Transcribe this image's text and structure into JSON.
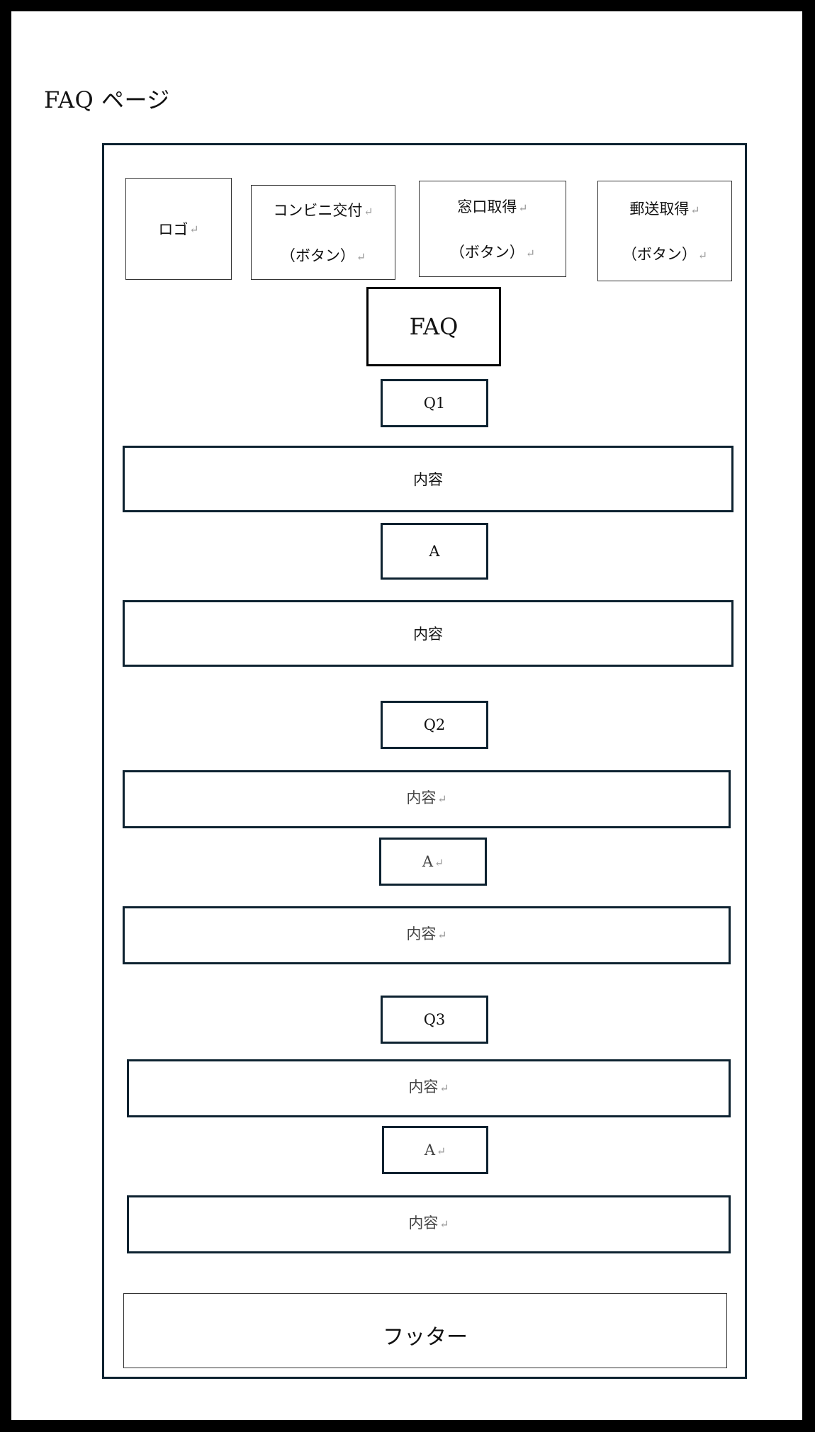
{
  "page_title": "FAQ ページ",
  "return_mark": "↵",
  "header": {
    "logo": "ロゴ",
    "buttons": [
      {
        "line1": "コンビニ交付",
        "line2": "（ボタン）"
      },
      {
        "line1": "窓口取得",
        "line2": "（ボタン）"
      },
      {
        "line1": "郵送取得",
        "line2": "（ボタン）"
      }
    ]
  },
  "faq_heading": "FAQ",
  "faq": [
    {
      "q_label": "Q1",
      "q_content": "内容",
      "a_label": "A",
      "a_content": "内容"
    },
    {
      "q_label": "Q2",
      "q_content": "内容",
      "a_label": "A",
      "a_content": "内容"
    },
    {
      "q_label": "Q3",
      "q_content": "内容",
      "a_label": "A",
      "a_content": "内容"
    }
  ],
  "footer": "フッター"
}
